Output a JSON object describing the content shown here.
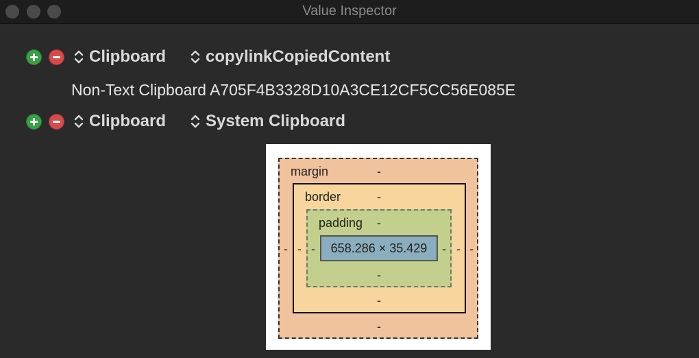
{
  "window": {
    "title": "Value Inspector"
  },
  "rows": [
    {
      "category": "Clipboard",
      "key": "copylinkCopiedContent",
      "value": "Non-Text Clipboard A705F4B3328D10A3CE12CF5CC56E085E"
    },
    {
      "category": "Clipboard",
      "key": "System Clipboard"
    }
  ],
  "box_model": {
    "margin_label": "margin",
    "border_label": "border",
    "padding_label": "padding",
    "content_size": "658.286 × 35.429",
    "dash": "-"
  },
  "colors": {
    "add_button": "#39a143",
    "remove_button": "#d84a4a",
    "margin": "#f1c39d",
    "border": "#f7d59d",
    "padding": "#c3cf8c",
    "content": "#8aaebd"
  }
}
